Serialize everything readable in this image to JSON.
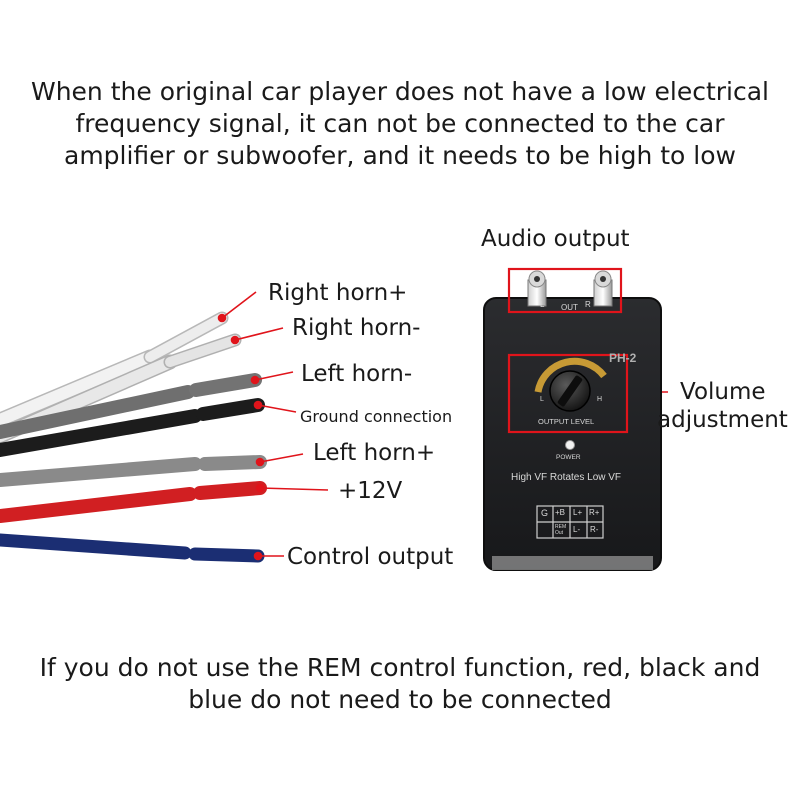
{
  "captions": {
    "top": [
      "When the original car player does not have a low electrical",
      "frequency signal, it can not be connected to the car",
      "amplifier or subwoofer, and it needs to be high to low"
    ],
    "bottom": [
      "If you do not use the REM control function, red, black and",
      "blue do not need to be connected"
    ]
  },
  "wires": [
    {
      "label": "Right horn+",
      "color": "#e6e6e6"
    },
    {
      "label": "Right horn-",
      "color": "#dedede"
    },
    {
      "label": "Left horn-",
      "color": "#7d7d7d"
    },
    {
      "label": "Ground connection",
      "color": "#1b1b1b"
    },
    {
      "label": "Left horn+",
      "color": "#8a8a8a"
    },
    {
      "label": "+12V",
      "color": "#d11f22"
    },
    {
      "label": "Control output",
      "color": "#1b2e73"
    }
  ],
  "callouts": {
    "audio_output": "Audio output",
    "volume_adjustment": [
      "Volume",
      "adjustment"
    ]
  },
  "device": {
    "model": "PH-2",
    "out_l": "L",
    "out_label": "OUT",
    "out_r": "R",
    "knob_low": "L",
    "knob_high": "H",
    "knob_label": "OUTPUT LEVEL",
    "power_label": "POWER",
    "slogan": "High VF Rotates Low VF",
    "terminals": [
      "G",
      "+B",
      "L+",
      "R+",
      "REM Out",
      "L-",
      "R-"
    ]
  },
  "colors": {
    "marker": "#e0141b",
    "box": "#1f2022"
  }
}
